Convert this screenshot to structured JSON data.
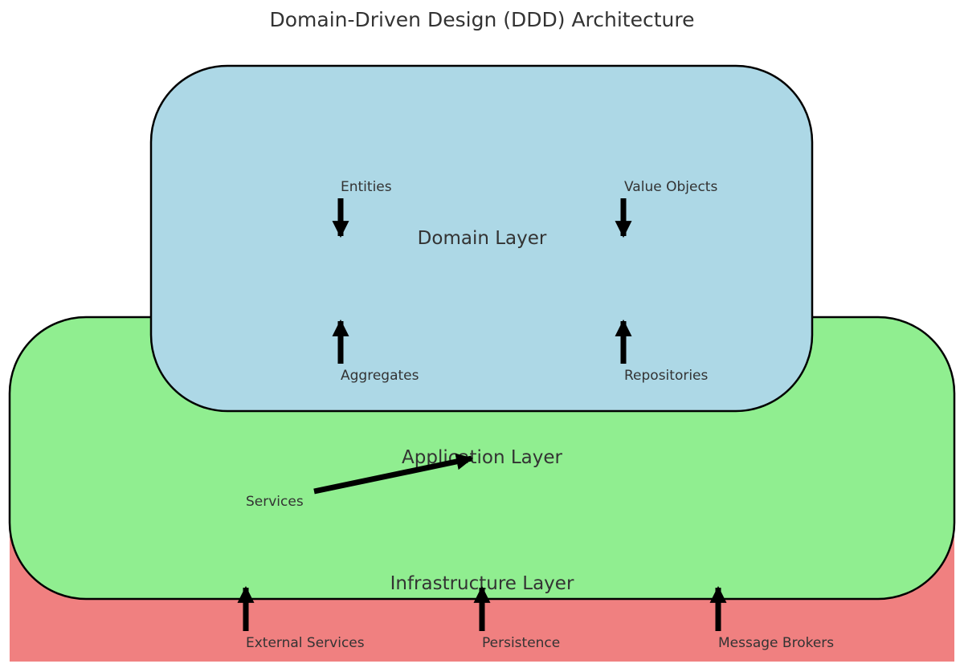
{
  "diagram": {
    "title": "Domain-Driven Design (DDD) Architecture",
    "layers": {
      "infrastructure": {
        "label": "Infrastructure Layer",
        "color": "#f08080"
      },
      "application": {
        "label": "Application Layer",
        "color": "#90ee90"
      },
      "domain": {
        "label": "Domain Layer",
        "color": "#add8e6"
      }
    },
    "components": {
      "entities": "Entities",
      "value_objects": "Value Objects",
      "aggregates": "Aggregates",
      "repositories": "Repositories",
      "services": "Services",
      "external_services": "External Services",
      "persistence": "Persistence",
      "message_brokers": "Message Brokers"
    },
    "colors": {
      "stroke": "#000000",
      "text": "#333333"
    }
  }
}
